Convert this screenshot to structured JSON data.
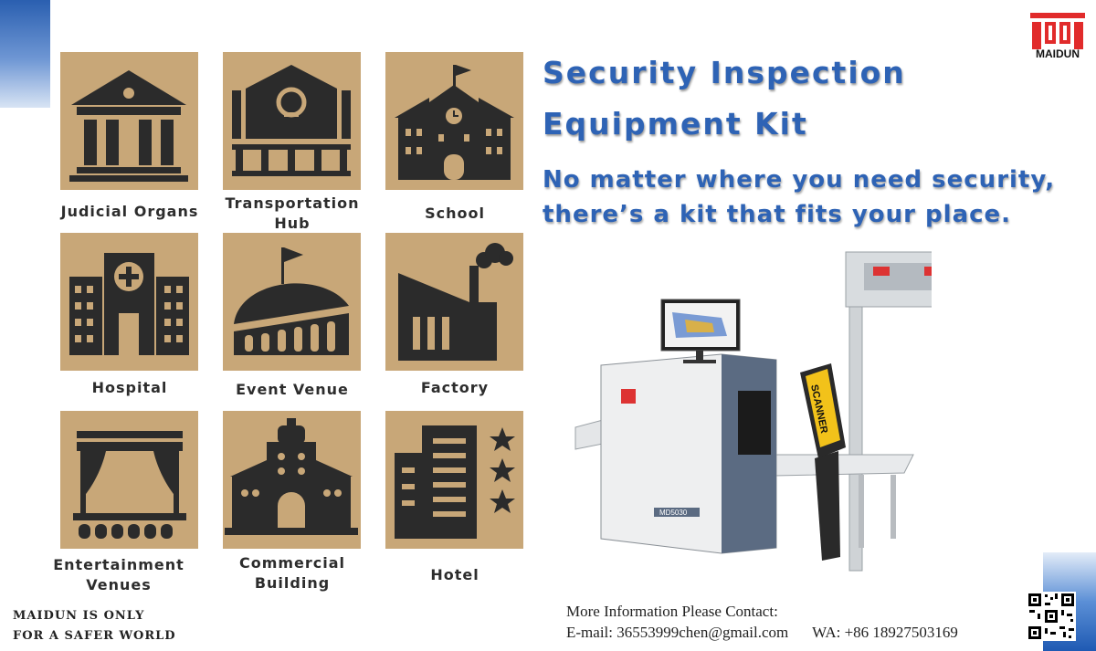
{
  "brand": {
    "name": "MAIDUN",
    "accent": "#2e63b5",
    "logo_color": "#e12b2b"
  },
  "header": {
    "title_line1": "Security Inspection",
    "title_line2": "Equipment Kit",
    "tagline_line1": "No matter where you need security,",
    "tagline_line2": "there’s a kit that fits your place."
  },
  "tiles": [
    {
      "label": "Judicial Organs",
      "icon": "courthouse-icon"
    },
    {
      "label": "Transportation",
      "label2": "Hub",
      "icon": "train-station-icon"
    },
    {
      "label": "School",
      "icon": "school-icon"
    },
    {
      "label": "Hospital",
      "icon": "hospital-icon"
    },
    {
      "label": "Event Venue",
      "icon": "stadium-icon"
    },
    {
      "label": "Factory",
      "icon": "factory-icon"
    },
    {
      "label": "Entertainment",
      "label2": "Venues",
      "icon": "theater-stage-icon"
    },
    {
      "label": "Commercial",
      "label2": "Building",
      "icon": "commercial-building-icon"
    },
    {
      "label": "Hotel",
      "icon": "hotel-icon"
    }
  ],
  "equipment": {
    "scanner_label": "SCANNER",
    "model_label": "MD5030"
  },
  "footer": {
    "slogan_line1": "MAIDUN IS ONLY",
    "slogan_line2": "FOR A SAFER WORLD",
    "contact_heading": "More Information Please Contact:",
    "email": "E-mail: 36553999chen@gmail.com",
    "whatsapp": "WA: +86 18927503169"
  }
}
